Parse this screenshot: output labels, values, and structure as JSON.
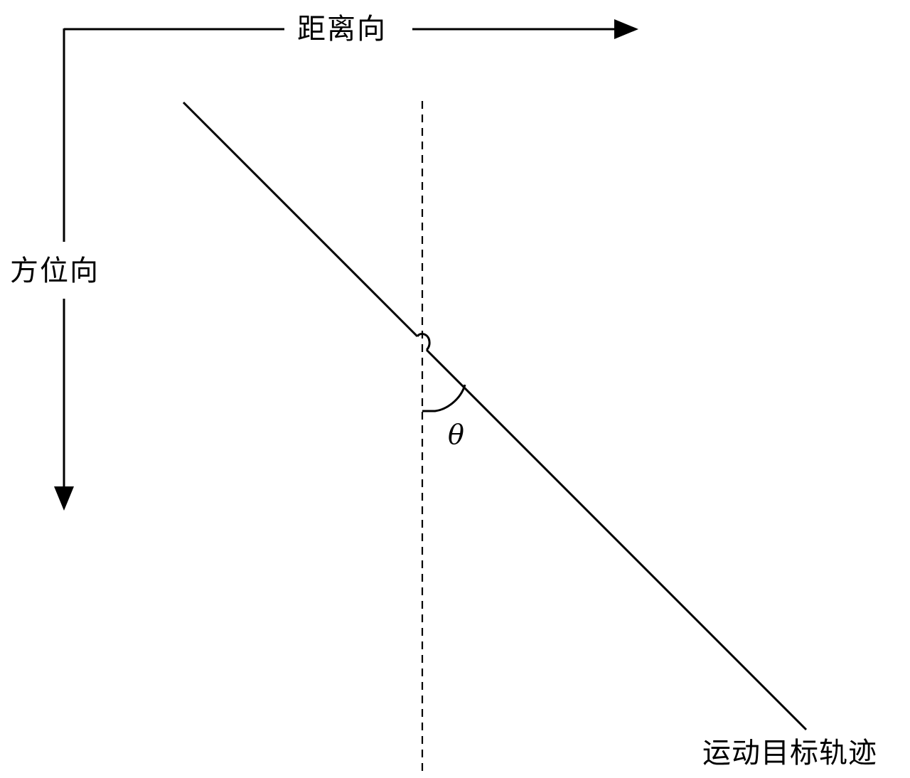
{
  "labels": {
    "range_direction": "距离向",
    "azimuth_direction": "方位向",
    "trajectory": "运动目标轨迹",
    "angle": "θ"
  },
  "colors": {
    "line": "#000000",
    "background": "#ffffff"
  },
  "icons": {
    "range_arrow": "arrow-right-icon",
    "azimuth_arrow": "arrow-down-icon"
  }
}
